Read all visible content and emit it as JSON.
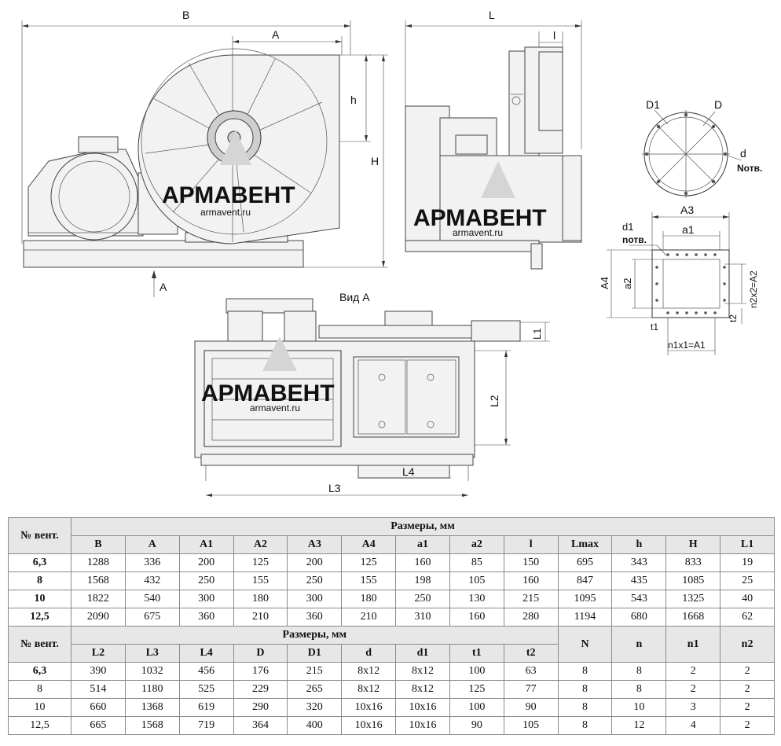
{
  "watermark": {
    "brand": "АРМАВЕНТ",
    "site": "armavent.ru"
  },
  "drawing_labels": {
    "B": "B",
    "L": "L",
    "A_top": "A",
    "A_arrow": "A",
    "l": "l",
    "h": "h",
    "H": "H",
    "D1": "D1",
    "D": "D",
    "d": "d",
    "N_otv": "Nотв.",
    "A3": "A3",
    "a1": "a1",
    "d1": "d1",
    "n_otv": "nотв.",
    "A4": "A4",
    "a2": "a2",
    "n2x2": "n2x2=A2",
    "t2": "t2",
    "t1": "t1",
    "n1x1": "n1x1=A1",
    "vid_a": "Вид А",
    "L1": "L1",
    "L2": "L2",
    "L4": "L4",
    "L3": "L3"
  },
  "table1": {
    "row_header": "№ вент.",
    "group_header": "Размеры, мм",
    "columns": [
      "B",
      "A",
      "A1",
      "A2",
      "A3",
      "A4",
      "a1",
      "a2",
      "l",
      "Lmax",
      "h",
      "H",
      "L1"
    ],
    "rows": [
      {
        "id": "6,3",
        "values": [
          "1288",
          "336",
          "200",
          "125",
          "200",
          "125",
          "160",
          "85",
          "150",
          "695",
          "343",
          "833",
          "19"
        ]
      },
      {
        "id": "8",
        "values": [
          "1568",
          "432",
          "250",
          "155",
          "250",
          "155",
          "198",
          "105",
          "160",
          "847",
          "435",
          "1085",
          "25"
        ]
      },
      {
        "id": "10",
        "values": [
          "1822",
          "540",
          "300",
          "180",
          "300",
          "180",
          "250",
          "130",
          "215",
          "1095",
          "543",
          "1325",
          "40"
        ]
      },
      {
        "id": "12,5",
        "values": [
          "2090",
          "675",
          "360",
          "210",
          "360",
          "210",
          "310",
          "160",
          "280",
          "1194",
          "680",
          "1668",
          "62"
        ]
      }
    ]
  },
  "table2": {
    "row_header": "№ вент.",
    "group_header": "Размеры, мм",
    "columns": [
      "L2",
      "L3",
      "L4",
      "D",
      "D1",
      "d",
      "d1",
      "t1",
      "t2"
    ],
    "extra_columns": [
      "N",
      "n",
      "n1",
      "n2"
    ],
    "rows": [
      {
        "id": "6,3",
        "values": [
          "390",
          "1032",
          "456",
          "176",
          "215",
          "8x12",
          "8x12",
          "100",
          "63",
          "8",
          "8",
          "2",
          "2"
        ]
      },
      {
        "id": "8",
        "values": [
          "514",
          "1180",
          "525",
          "229",
          "265",
          "8x12",
          "8x12",
          "125",
          "77",
          "8",
          "8",
          "2",
          "2"
        ]
      },
      {
        "id": "10",
        "values": [
          "660",
          "1368",
          "619",
          "290",
          "320",
          "10x16",
          "10x16",
          "100",
          "90",
          "8",
          "10",
          "3",
          "2"
        ]
      },
      {
        "id": "12,5",
        "values": [
          "665",
          "1568",
          "719",
          "364",
          "400",
          "10x16",
          "10x16",
          "90",
          "105",
          "8",
          "12",
          "4",
          "2"
        ]
      }
    ]
  }
}
